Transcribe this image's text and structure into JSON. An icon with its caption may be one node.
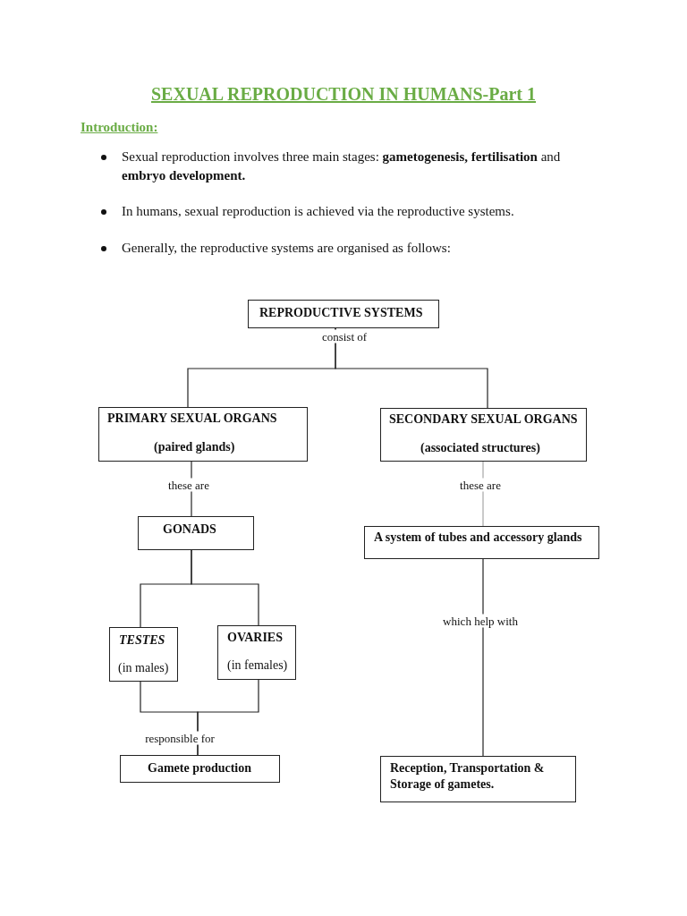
{
  "diagram": {
    "title": "SEXUAL REPRODUCTION IN HUMANS-Part 1",
    "nodes": [
      {
        "text": [
          "REPRODUCTIVE SYSTEMS"
        ]
      },
      {
        "text": [
          "PRIMARY SEXUAL ORGANS",
          "(paired glands)"
        ]
      },
      {
        "text": [
          "SECONDARY SEXUAL ORGANS",
          "(associated structures)"
        ]
      },
      {
        "text": [
          "GONADS"
        ]
      },
      {
        "text": [
          "A system of tubes and accessory glands"
        ]
      },
      {
        "text": [
          "TESTES",
          "(in males)"
        ]
      },
      {
        "text": [
          "OVARIES",
          "(in females)"
        ]
      },
      {
        "text": [
          "Gamete production"
        ]
      },
      {
        "text": [
          "Reception, Transportation & Storage of gametes."
        ]
      }
    ],
    "edges": [
      {
        "from": 0,
        "to": 1,
        "arrow": "none",
        "label": "consist of"
      },
      {
        "from": 0,
        "to": 2,
        "arrow": "none"
      },
      {
        "from": 1,
        "to": 3,
        "arrow": "none",
        "label": "these are"
      },
      {
        "from": 2,
        "to": 4,
        "arrow": "none",
        "label": "these are",
        "color": "#a6a6a6"
      },
      {
        "from": 3,
        "to": 5,
        "arrow": "none"
      },
      {
        "from": 3,
        "to": 6,
        "arrow": "none"
      },
      {
        "from": 5,
        "to": 7,
        "arrow": "none",
        "label": "responsible for"
      },
      {
        "from": 6,
        "to": 7,
        "arrow": "none"
      },
      {
        "from": 4,
        "to": 8,
        "arrow": "none",
        "label": "which help with"
      }
    ],
    "labels": [
      "Introduction:",
      "Sexual reproduction involves three main stages: **gametogenesis, fertilisation** and **embryo development.**",
      "In humans, sexual reproduction is achieved via the reproductive systems.",
      "Generally, the reproductive systems are organised as follows:"
    ]
  }
}
